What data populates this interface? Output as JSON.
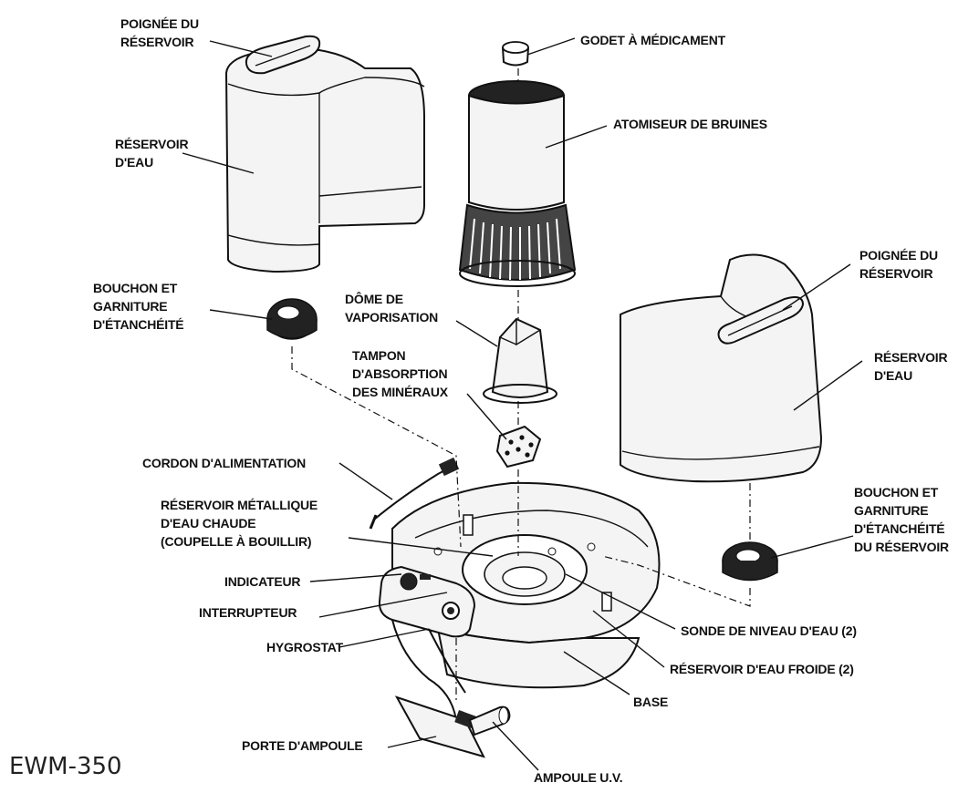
{
  "labels": {
    "handle_left": [
      "POIGNÉE DU",
      "RÉSERVOIR"
    ],
    "tank_left": [
      "RÉSERVOIR",
      "D'EAU"
    ],
    "cap_left": [
      "BOUCHON ET",
      "GARNITURE",
      "D'ÉTANCHÉITÉ"
    ],
    "medicine_cup": [
      "GODET À MÉDICAMENT"
    ],
    "mist_atomizer": [
      "ATOMISEUR DE BRUINES"
    ],
    "vapor_dome": [
      "DÔME DE",
      "VAPORISATION"
    ],
    "mineral_pad": [
      "TAMPON",
      "D'ABSORPTION",
      "DES MINÉRAUX"
    ],
    "handle_right": [
      "POIGNÉE DU",
      "RÉSERVOIR"
    ],
    "tank_right": [
      "RÉSERVOIR",
      "D'EAU"
    ],
    "cap_right": [
      "BOUCHON ET",
      "GARNITURE",
      "D'ÉTANCHÉITÉ",
      "DU RÉSERVOIR"
    ],
    "power_cord": [
      "CORDON D'ALIMENTATION"
    ],
    "hot_water_tank": [
      "RÉSERVOIR MÉTALLIQUE",
      "D'EAU CHAUDE",
      "(COUPELLE À BOUILLIR)"
    ],
    "indicator": [
      "INDICATEUR"
    ],
    "switch": [
      "INTERRUPTEUR"
    ],
    "hygrostat": [
      "HYGROSTAT"
    ],
    "water_probe": [
      "SONDE DE NIVEAU D'EAU (2)"
    ],
    "cold_water_tank": [
      "RÉSERVOIR D'EAU FROIDE (2)"
    ],
    "base": [
      "BASE"
    ],
    "bulb_holder": [
      "PORTE D'AMPOULE"
    ],
    "uv_bulb": [
      "AMPOULE U.V."
    ]
  },
  "model": "EWM-350"
}
